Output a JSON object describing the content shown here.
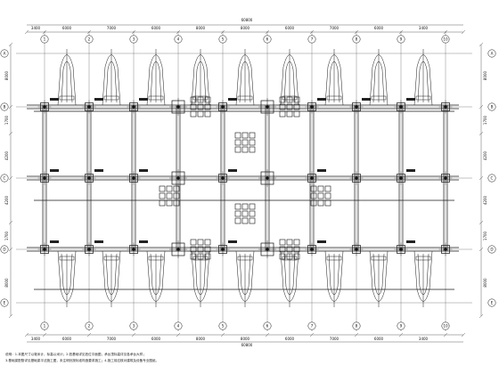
{
  "drawing": {
    "column_axes": [
      "1",
      "2",
      "3",
      "4",
      "5",
      "6",
      "7",
      "8",
      "9",
      "10"
    ],
    "row_axes": [
      "A",
      "B",
      "C",
      "D",
      "E"
    ],
    "top_span_dims": [
      "3400",
      "6000",
      "7000",
      "6000",
      "8000",
      "8000",
      "6000",
      "7000",
      "6000",
      "3400"
    ],
    "top_total_dim": "60800",
    "bottom_span_dims": [
      "3400",
      "6000",
      "7000",
      "6000",
      "8000",
      "8000",
      "6000",
      "7000",
      "6000",
      "3400"
    ],
    "bottom_total_dim": "60800",
    "left_dims": [
      "8000",
      "1700",
      "4200",
      "4200",
      "1700",
      "8000"
    ],
    "right_dims": [
      "8000",
      "1700",
      "4200",
      "4200",
      "1700",
      "8000"
    ],
    "footer_notes": [
      "说明：1.本图尺寸以毫米计，标高以米计；2.桩基础详见桩位平面图，承台顶标高详见各承台大样；",
      "3.基础梁配筋详见基础梁平法施工图，未注明处按标准构造要求施工；4.施工前应核对建筑及设备专业图纸。"
    ],
    "colors": {
      "line": "#1a1a1a",
      "background": "#ffffff"
    }
  }
}
